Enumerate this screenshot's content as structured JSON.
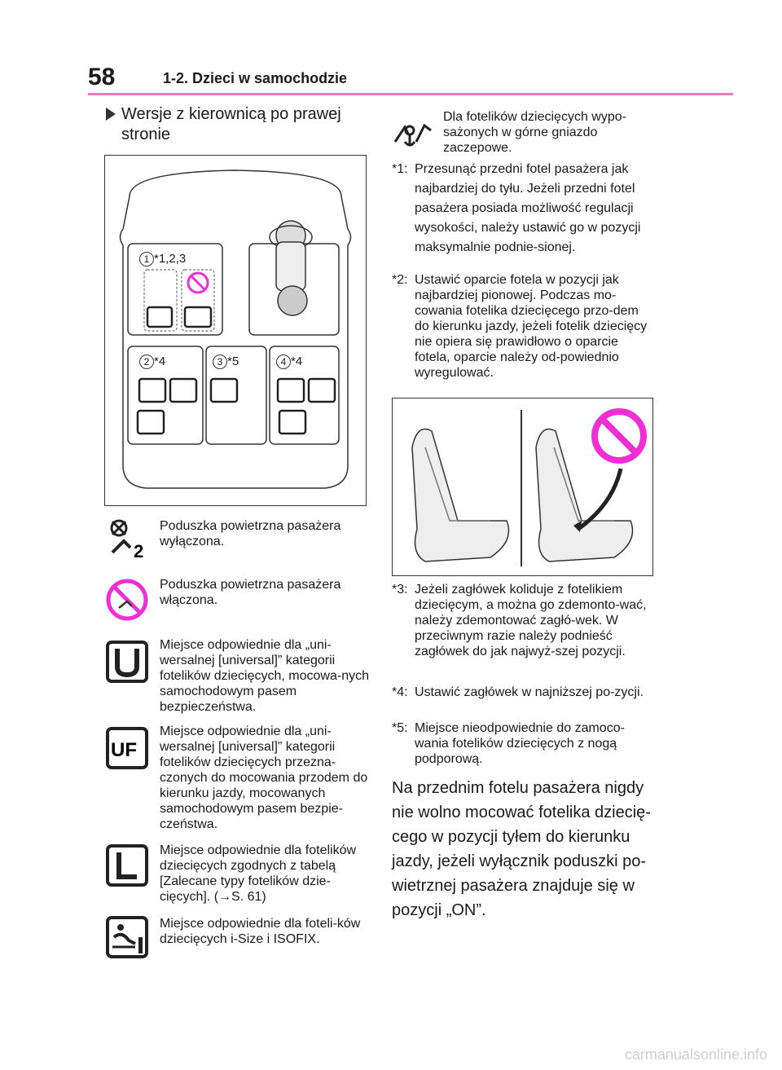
{
  "header": {
    "page_number": "58",
    "section_title": "1-2. Dzieci w samochodzie"
  },
  "subheading": "Wersje z kierownicą po prawej stronie",
  "diagram": {
    "seat1_label": "*1,2,3",
    "seat2_label": "*4",
    "seat3_label": "*5",
    "seat4_label": "*4",
    "seat1_num": "1",
    "seat2_num": "2",
    "seat3_num": "3",
    "seat4_num": "4"
  },
  "legend": [
    {
      "icon": "airbag-off-icon",
      "text": "Poduszka powietrzna pasażera wyłączona."
    },
    {
      "icon": "airbag-on-prohibited-icon",
      "text": "Poduszka powietrzna pasażera włączona."
    },
    {
      "icon": "universal-u-icon",
      "text": "Miejsce odpowiednie dla „uni-wersalnej [universal]” kategorii fotelików dziecięcych, mocowa-nych samochodowym pasem bezpieczeństwa."
    },
    {
      "icon": "universal-uf-icon",
      "text": "Miejsce odpowiednie dla „uni-wersalnej [universal]” kategorii fotelików dziecięcych przezna-czonych do mocowania przodem do kierunku jazdy, mocowanych samochodowym pasem bezpie-czeństwa."
    },
    {
      "icon": "category-l-icon",
      "text": "Miejsce odpowiednie dla fotelików dziecięcych zgodnych z tabelą [Zalecane typy fotelików dzie-cięcych]. (→S. 61)"
    },
    {
      "icon": "isize-isofix-icon",
      "text": "Miejsce odpowiednie dla foteli-ków dziecięcych i-Size i ISOFIX."
    },
    {
      "icon": "top-tether-icon",
      "text": "Dla fotelików dziecięcych wypo-sażonych w górne gniazdo zaczepowe."
    }
  ],
  "notes": [
    {
      "mark": "*1:",
      "text": "Przesunąć przedni fotel pasażera jak najbardziej do tyłu. Jeżeli przedni fotel pasażera posiada możliwość regulacji wysokości, należy ustawić go w pozycji maksymalnie podnie-sionej."
    },
    {
      "mark": "*2:",
      "text": "Ustawić oparcie fotela w pozycji jak najbardziej pionowej. Podczas mo-cowania fotelika dziecięcego przo-dem do kierunku jazdy, jeżeli fotelik dziecięcy nie opiera się prawidłowo o oparcie fotela, oparcie należy od-powiednio wyregulować."
    },
    {
      "mark": "*3:",
      "text": "Jeżeli zagłówek koliduje z fotelikiem dziecięcym, a można go zdemonto-wać, należy zdemontować zagłó-wek. W przeciwnym razie należy podnieść zagłówek do jak najwyż-szej pozycji."
    },
    {
      "mark": "*4:",
      "text": "Ustawić zagłówek w najniższej po-zycji."
    },
    {
      "mark": "*5:",
      "text": "Miejsce nieodpowiednie do zamoco-wania fotelików dziecięcych z nogą podporową."
    }
  ],
  "warning": "Na przednim fotelu pasażera nigdy nie wolno mocować fotelika dziecię-cego w pozycji tyłem do kierunku jazdy, jeżeli wyłącznik poduszki po-wietrznej pasażera znajduje się w pozycji „ON”.",
  "watermark": "carmanualsonline.info",
  "colors": {
    "accent": "#e97ac6",
    "prohibited": "#ee2fd6"
  }
}
